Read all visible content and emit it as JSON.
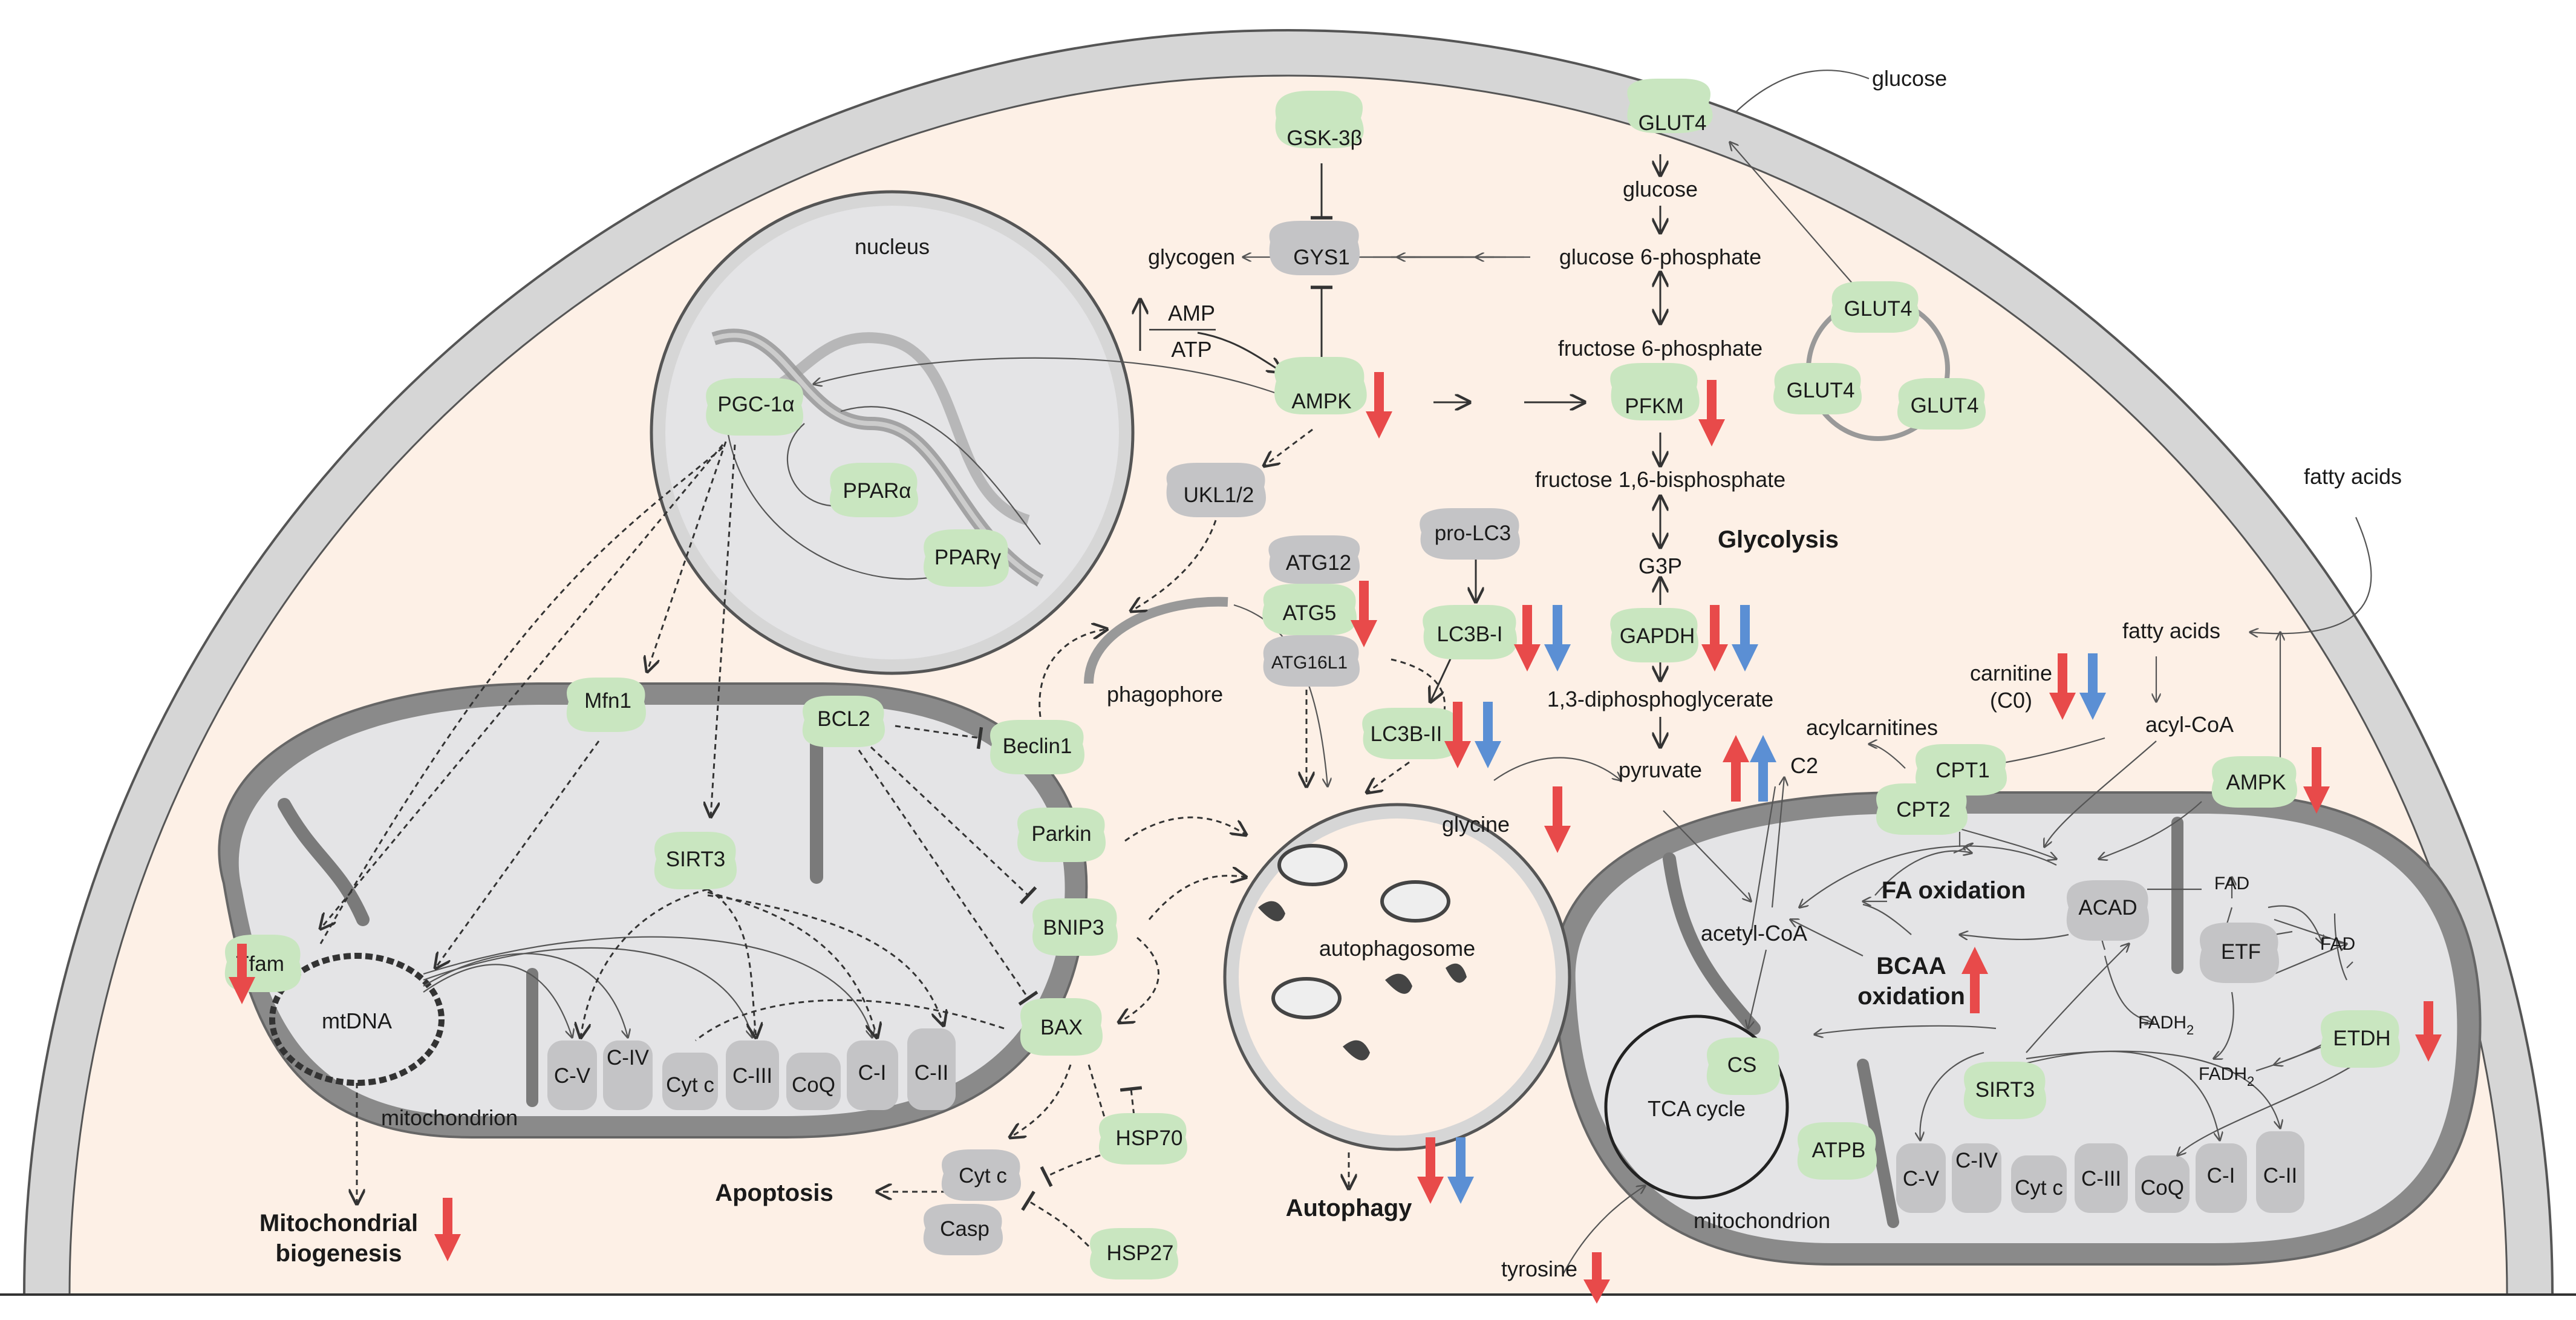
{
  "labels": {
    "glucose_ext": "glucose",
    "glucose": "glucose",
    "glucose6p": "glucose 6-phosphate",
    "fructose6p": "fructose 6-phosphate",
    "fructose16bp": "fructose 1,6-bisphosphate",
    "g3p": "G3P",
    "diphospho": "1,3-diphosphoglycerate",
    "pyruvate": "pyruvate",
    "glycine": "glycine",
    "tyrosine": "tyrosine",
    "glycogen": "glycogen",
    "amp": "AMP",
    "atp": "ATP",
    "nucleus": "nucleus",
    "phagophore": "phagophore",
    "autophagosome": "autophagosome",
    "mtdna": "mtDNA",
    "mito_left": "mitochondrion",
    "mito_right": "mitochondrion",
    "fatty_acids_ext": "fatty acids",
    "fatty_acids": "fatty acids",
    "acyl_coa": "acyl-CoA",
    "carnitine": "carnitine",
    "carnitine_c0": "(C0)",
    "acylcarnitines": "acylcarnitines",
    "c2": "C2",
    "acetyl_coa": "acetyl-CoA",
    "tca": "TCA cycle",
    "fad1": "FAD",
    "fad2": "FAD",
    "fadh2_1": "FADH",
    "fadh2_2": "FADH",
    "sub2": "2",
    "glycolysis": "Glycolysis",
    "fa_oxidation": "FA oxidation",
    "bcaa1": "BCAA",
    "bcaa2": "oxidation",
    "apoptosis": "Apoptosis",
    "autophagy": "Autophagy",
    "mito_bio1": "Mitochondrial",
    "mito_bio2": "biogenesis"
  },
  "nodes": {
    "glut4_top": "GLUT4",
    "glut4_a": "GLUT4",
    "glut4_b": "GLUT4",
    "glut4_c": "GLUT4",
    "gsk3b": "GSK-3β",
    "gys1": "GYS1",
    "ampk": "AMPK",
    "pfkm": "PFKM",
    "ukl12": "UKL1/2",
    "atg12": "ATG12",
    "atg5": "ATG5",
    "atg16l1": "ATG16L1",
    "prolc3": "pro-LC3",
    "lc3bi": "LC3B-I",
    "lc3bii": "LC3B-II",
    "gapdh": "GAPDH",
    "pgc1a": "PGC-1α",
    "ppara": "PPARα",
    "pparg": "PPARγ",
    "mfn1": "Mfn1",
    "bcl2": "BCL2",
    "beclin1": "Beclin1",
    "parkin": "Parkin",
    "bnip3": "BNIP3",
    "bax": "BAX",
    "sirt3_left": "SIRT3",
    "tfam": "Tfam",
    "cytc_free": "Cyt c",
    "casp": "Casp",
    "hsp70": "HSP70",
    "hsp27": "HSP27",
    "cpt1": "CPT1",
    "cpt2": "CPT2",
    "ampk_right": "AMPK",
    "acad": "ACAD",
    "etf": "ETF",
    "etdh": "ETDH",
    "cs": "CS",
    "sirt3_right": "SIRT3",
    "atpb": "ATPB"
  },
  "complexes_left": [
    "C-V",
    "C-IV",
    "Cyt c",
    "C-III",
    "CoQ",
    "C-I",
    "C-II"
  ],
  "complexes_right": [
    "C-V",
    "C-IV",
    "Cyt c",
    "C-III",
    "CoQ",
    "C-I",
    "C-II"
  ],
  "colors": {
    "cytoplasm": "#fdf0e6",
    "membrane": "#d6d6d6",
    "green_node": "#c9e6c0",
    "grey_node": "#c4c4c6",
    "down_red": "#e84a4a",
    "blue": "#5b8fd4",
    "organelle": "#e4e4e6"
  }
}
